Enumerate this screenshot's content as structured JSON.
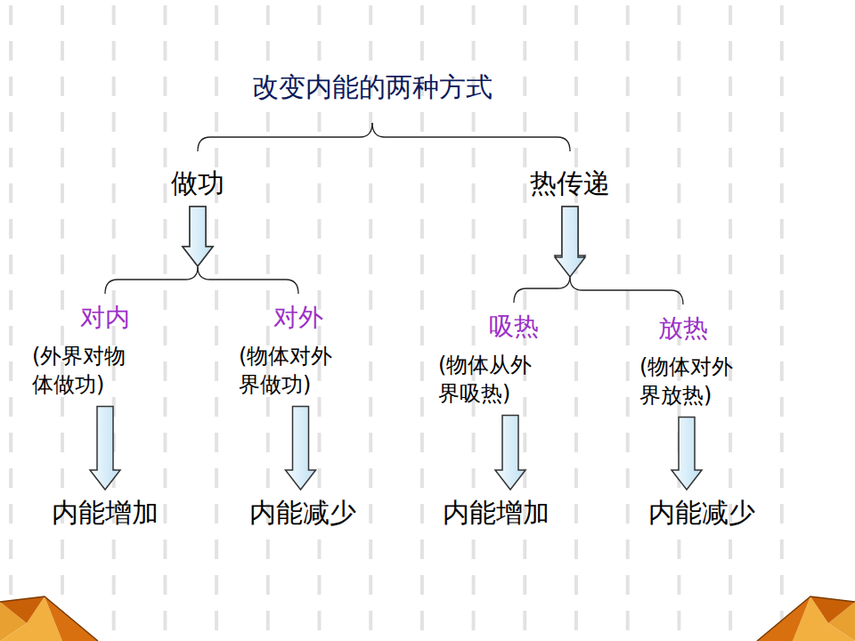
{
  "diagram": {
    "nodes": [
      {
        "text": [
          "改变内能的两种方式"
        ]
      },
      {
        "text": [
          "做功"
        ]
      },
      {
        "text": [
          "热传递"
        ]
      },
      {
        "text": [
          "对内",
          "(外界对物 体做功)"
        ]
      },
      {
        "text": [
          "对外",
          "(物体对外 界做功)"
        ]
      },
      {
        "text": [
          "吸热",
          "(物体从外 界吸热)"
        ]
      },
      {
        "text": [
          "放热",
          "(物体对外 界放热)"
        ]
      },
      {
        "text": [
          "内能增加"
        ]
      },
      {
        "text": [
          "内能减少"
        ]
      },
      {
        "text": [
          "内能增加"
        ]
      },
      {
        "text": [
          "内能减少"
        ]
      }
    ],
    "edges": [
      {
        "from": 0,
        "to": 1,
        "arrow": "none"
      },
      {
        "from": 0,
        "to": 2,
        "arrow": "none"
      },
      {
        "from": 1,
        "to": 3,
        "arrow": "to"
      },
      {
        "from": 1,
        "to": 4,
        "arrow": "to"
      },
      {
        "from": 2,
        "to": 5,
        "arrow": "to"
      },
      {
        "from": 2,
        "to": 6,
        "arrow": "to"
      },
      {
        "from": 3,
        "to": 7,
        "arrow": "to"
      },
      {
        "from": 4,
        "to": 8,
        "arrow": "to"
      },
      {
        "from": 5,
        "to": 9,
        "arrow": "to"
      },
      {
        "from": 6,
        "to": 10,
        "arrow": "to"
      }
    ]
  }
}
